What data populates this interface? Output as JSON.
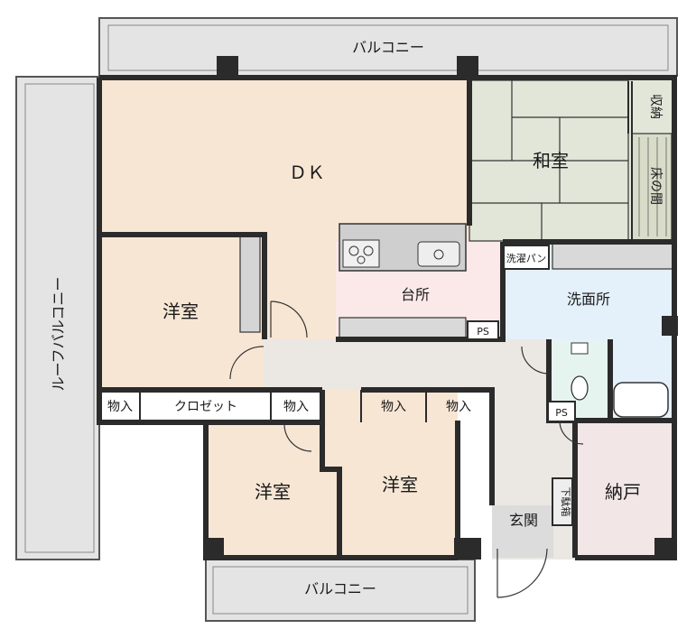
{
  "rooms": {
    "balcony_top": "バルコニー",
    "roof_balcony": "ルーフバルコニー",
    "balcony_bottom": "バルコニー",
    "dk": "ＤＫ",
    "washitsu": "和室",
    "shuno": "収納",
    "tokonoma": "床の間",
    "yoshitsu_nw": "洋室",
    "kitchen": "台所",
    "sentaku_pan": "洗濯パン",
    "senmenjo": "洗面所",
    "ps_kitchen": "PS",
    "ps_bath": "PS",
    "monoire_1": "物入",
    "closet": "クロゼット",
    "monoire_2": "物入",
    "monoire_3": "物入",
    "monoire_4": "物入",
    "yoshitsu_sw": "洋室",
    "yoshitsu_s": "洋室",
    "nando": "納戸",
    "getabako": "下駄箱",
    "genkan": "玄関"
  },
  "colors": {
    "dk_floor": "#f7e6d4",
    "washitsu_floor": "#e1e6d9",
    "kitchen_floor": "#fbe9e9",
    "washroom_floor": "#e4f0fa",
    "bath_floor": "#e6f4f0",
    "nando_floor": "#f3e6e6",
    "hall_floor": "#ebe7e3",
    "balcony": "#e4e4e4",
    "wall": "#2b2b2b"
  }
}
